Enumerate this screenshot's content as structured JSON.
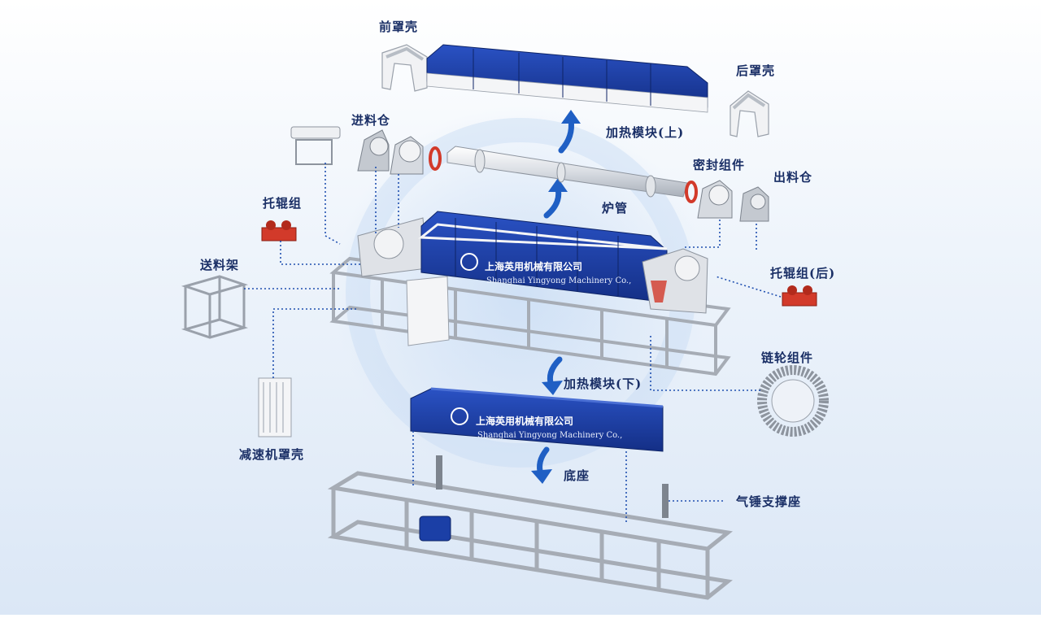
{
  "labels": {
    "front_cover": "前罩壳",
    "rear_cover": "后罩壳",
    "feed_bin": "进料仓",
    "heat_upper": "加热模块(上)",
    "seal": "密封组件",
    "discharge_bin": "出料仓",
    "roller_set": "托辊组",
    "furnace_tube": "炉管",
    "feed_rack": "送料架",
    "roller_set_rear": "托辊组(后)",
    "chain_wheel": "链轮组件",
    "heat_lower": "加热模块(下)",
    "reducer_cover": "减速机罩壳",
    "base": "底座",
    "hammer_seat": "气锤支撑座"
  },
  "logo": {
    "cn": "上海英用机械有限公司",
    "en": "Shanghai Yingyong Machinery Co.,"
  },
  "colors": {
    "module_blue": "#1b3fa6",
    "module_dark": "#122f80",
    "label_text": "#1a2f66",
    "arrow_blue": "#1f5fc4",
    "frame_gray": "#b9bec6",
    "seal_red": "#d23a2a"
  }
}
